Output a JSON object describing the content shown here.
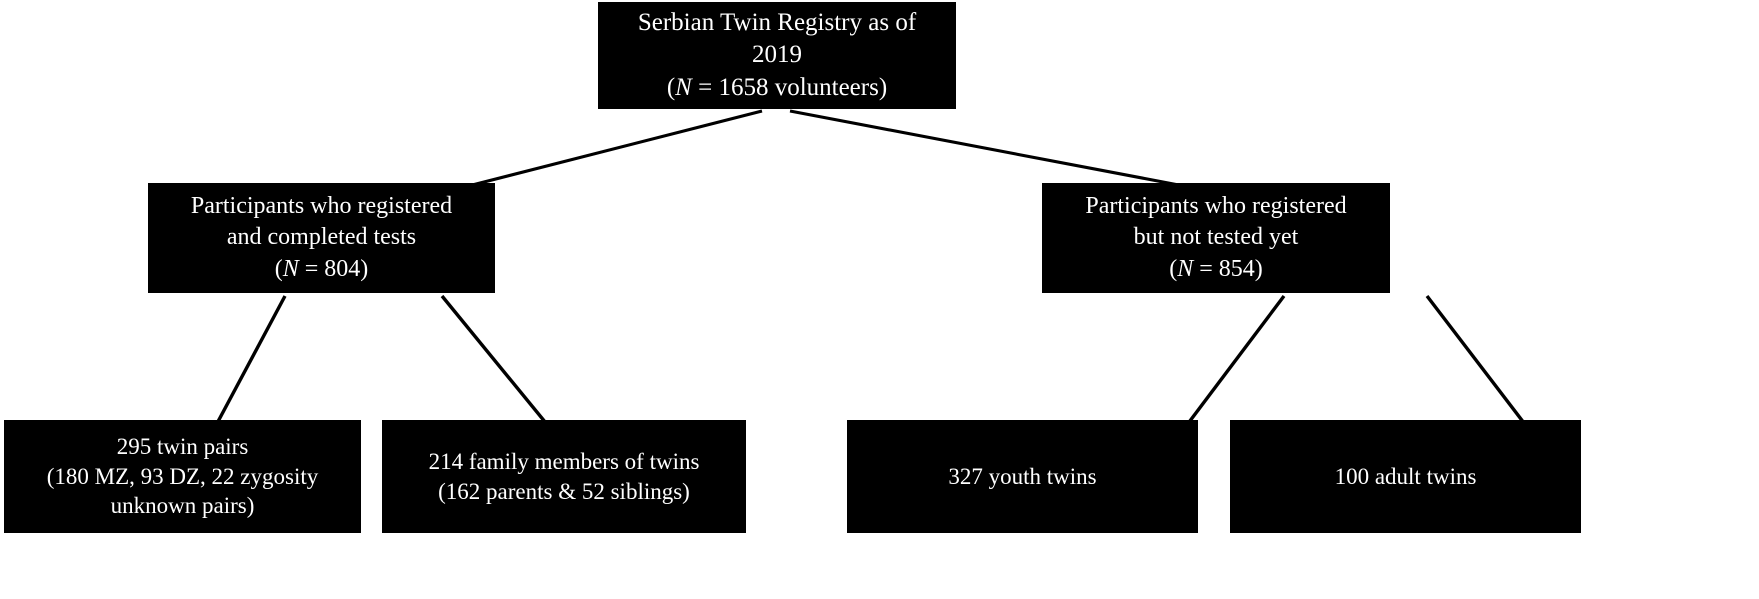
{
  "figure": {
    "type": "flowchart",
    "orientation": "top-down",
    "background_color": "#ffffff",
    "node_fill_color": "#000000",
    "node_text_color": "#ffffff",
    "arrow_color": "#000000"
  },
  "nodes": {
    "root": {
      "id": "root",
      "lines": [
        "Serbian Twin Registry as of",
        "2019",
        "(N = 1658 volunteers)"
      ],
      "line1": "Serbian Twin Registry as of",
      "line2": "2019",
      "stat_open": "(",
      "stat_symbol": "N",
      "stat_value": " = 1658 volunteers)",
      "count": 1658,
      "count_label": "volunteers"
    },
    "tested": {
      "id": "tested",
      "lines": [
        "Participants who registered",
        "and completed tests",
        "(N = 804)"
      ],
      "line1": "Participants who registered",
      "line2": "and completed tests",
      "stat_open": "(",
      "stat_symbol": "N",
      "stat_value": " = 804)",
      "count": 804
    },
    "not_tested": {
      "id": "not_tested",
      "lines": [
        "Participants who registered",
        "but not tested yet",
        "(N = 854)"
      ],
      "line1": "Participants who registered",
      "line2": "but not tested yet",
      "stat_open": "(",
      "stat_symbol": "N",
      "stat_value": " = 854)",
      "count": 854
    },
    "twin_pairs": {
      "id": "twin_pairs",
      "lines": [
        "295 twin pairs",
        "(180 MZ, 93 DZ, 22 zygosity",
        "unknown pairs)"
      ],
      "line1": "295 twin pairs",
      "line2": "(180 MZ, 93 DZ, 22 zygosity",
      "line3": "unknown pairs)",
      "total_pairs": 295,
      "mz_pairs": 180,
      "dz_pairs": 93,
      "unknown_zygosity_pairs": 22
    },
    "family_members": {
      "id": "family_members",
      "lines": [
        "214 family members of twins",
        "(162 parents & 52 siblings)"
      ],
      "line1": "214 family members of twins",
      "line2": "(162 parents & 52 siblings)",
      "total": 214,
      "parents": 162,
      "siblings": 52
    },
    "youth_twins": {
      "id": "youth_twins",
      "lines": [
        "327 youth twins"
      ],
      "line1": "327 youth twins",
      "count": 327
    },
    "adult_twins": {
      "id": "adult_twins",
      "lines": [
        "100 adult twins"
      ],
      "line1": "100 adult twins",
      "count": 100
    }
  },
  "edges": [
    {
      "from": "root",
      "to": "tested",
      "style": "solid-arrow"
    },
    {
      "from": "root",
      "to": "not_tested",
      "style": "solid-arrow"
    },
    {
      "from": "tested",
      "to": "twin_pairs",
      "style": "solid-arrow"
    },
    {
      "from": "tested",
      "to": "family_members",
      "style": "solid-arrow"
    },
    {
      "from": "not_tested",
      "to": "youth_twins",
      "style": "solid-arrow"
    },
    {
      "from": "not_tested",
      "to": "adult_twins",
      "style": "solid-arrow"
    }
  ]
}
